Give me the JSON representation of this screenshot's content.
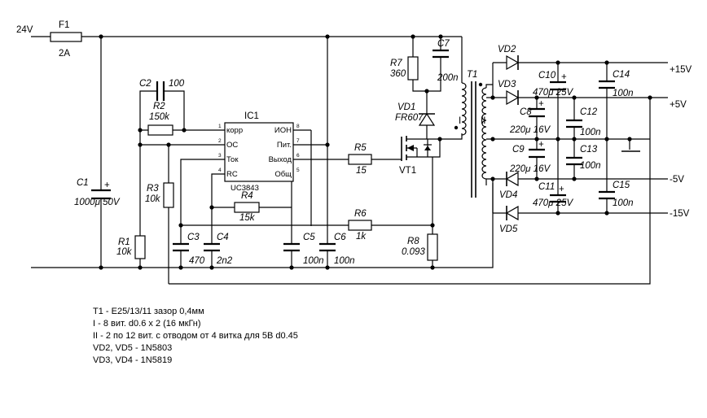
{
  "power": {
    "vin": "24V",
    "plus15": "+15V",
    "plus5": "+5V",
    "minus5": "-5V",
    "minus15": "-15V"
  },
  "fuse": {
    "ref": "F1",
    "value": "2A"
  },
  "ic": {
    "ref": "IC1",
    "part": "UC3843",
    "pins_left": [
      "корр",
      "ОС",
      "Ток",
      "RC"
    ],
    "pins_right": [
      "ИОН",
      "Пит.",
      "Выход",
      "Общ"
    ],
    "pin_nums_left": [
      "1",
      "2",
      "3",
      "4"
    ],
    "pin_nums_right": [
      "8",
      "7",
      "6",
      "5"
    ]
  },
  "parts": {
    "c1": {
      "ref": "C1",
      "value": "1000μ 50V"
    },
    "r1": {
      "ref": "R1",
      "value": "10k"
    },
    "r2": {
      "ref": "R2",
      "value": "150k"
    },
    "c2": {
      "ref": "C2",
      "value": "100"
    },
    "r3": {
      "ref": "R3",
      "value": "10k"
    },
    "c3": {
      "ref": "C3",
      "value": "470"
    },
    "c4": {
      "ref": "C4",
      "value": "2n2"
    },
    "r4": {
      "ref": "R4",
      "value": "15k"
    },
    "c5": {
      "ref": "C5",
      "value": "100n"
    },
    "c6": {
      "ref": "C6",
      "value": "100n"
    },
    "r5": {
      "ref": "R5",
      "value": "15"
    },
    "r6": {
      "ref": "R6",
      "value": "1k"
    },
    "r7": {
      "ref": "R7",
      "value": "360"
    },
    "c7": {
      "ref": "C7",
      "value": "200n"
    },
    "vd1": {
      "ref": "VD1",
      "value": "FR607"
    },
    "vt1": {
      "ref": "VT1"
    },
    "r8": {
      "ref": "R8",
      "value": "0.093"
    },
    "t1": {
      "ref": "T1",
      "w1": "I",
      "w2": "II"
    },
    "vd2": {
      "ref": "VD2"
    },
    "vd3": {
      "ref": "VD3"
    },
    "vd4": {
      "ref": "VD4"
    },
    "vd5": {
      "ref": "VD5"
    },
    "c10": {
      "ref": "C10",
      "value": "470μ 25V"
    },
    "c8": {
      "ref": "C8",
      "value": "220μ 16V"
    },
    "c9": {
      "ref": "C9",
      "value": "220μ 16V"
    },
    "c11": {
      "ref": "C11",
      "value": "470μ 25V"
    },
    "c12": {
      "ref": "C12",
      "value": "100n"
    },
    "c13": {
      "ref": "C13",
      "value": "100n"
    },
    "c14": {
      "ref": "C14",
      "value": "100n"
    },
    "c15": {
      "ref": "C15",
      "value": "100n"
    }
  },
  "notes": [
    "T1 - E25/13/11 зазор 0,4мм",
    "I - 8 вит. d0.6 x 2 (16 мкГн)",
    "II - 2 по 12 вит. с отводом от 4 витка для 5В d0.45",
    "VD2, VD5 - 1N5803",
    "VD3, VD4 - 1N5819"
  ]
}
